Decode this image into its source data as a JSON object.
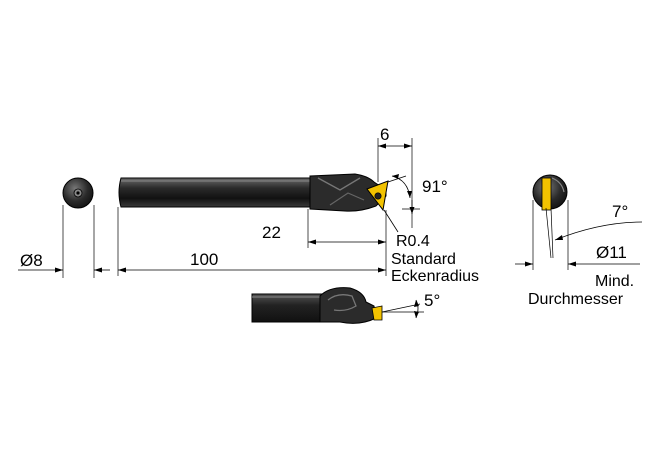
{
  "dimensions": {
    "bore_diameter": "Ø8",
    "overall_length": "100",
    "head_length": "22",
    "insert_offset": "6",
    "approach_angle": "91°",
    "corner_radius": "R0.4",
    "corner_radius_note_line1": "Standard",
    "corner_radius_note_line2": "Eckenradius",
    "clearance_angle": "5°",
    "rake_angle": "7°",
    "min_bore_diameter": "Ø11",
    "min_bore_note_line1": "Mind.",
    "min_bore_note_line2": "Durchmesser"
  },
  "colors": {
    "shank_dark": "#1a1a1a",
    "shank_mid": "#3c3c3c",
    "shank_light": "#6a6a6a",
    "insert": "#f2c200",
    "line": "#000000"
  }
}
